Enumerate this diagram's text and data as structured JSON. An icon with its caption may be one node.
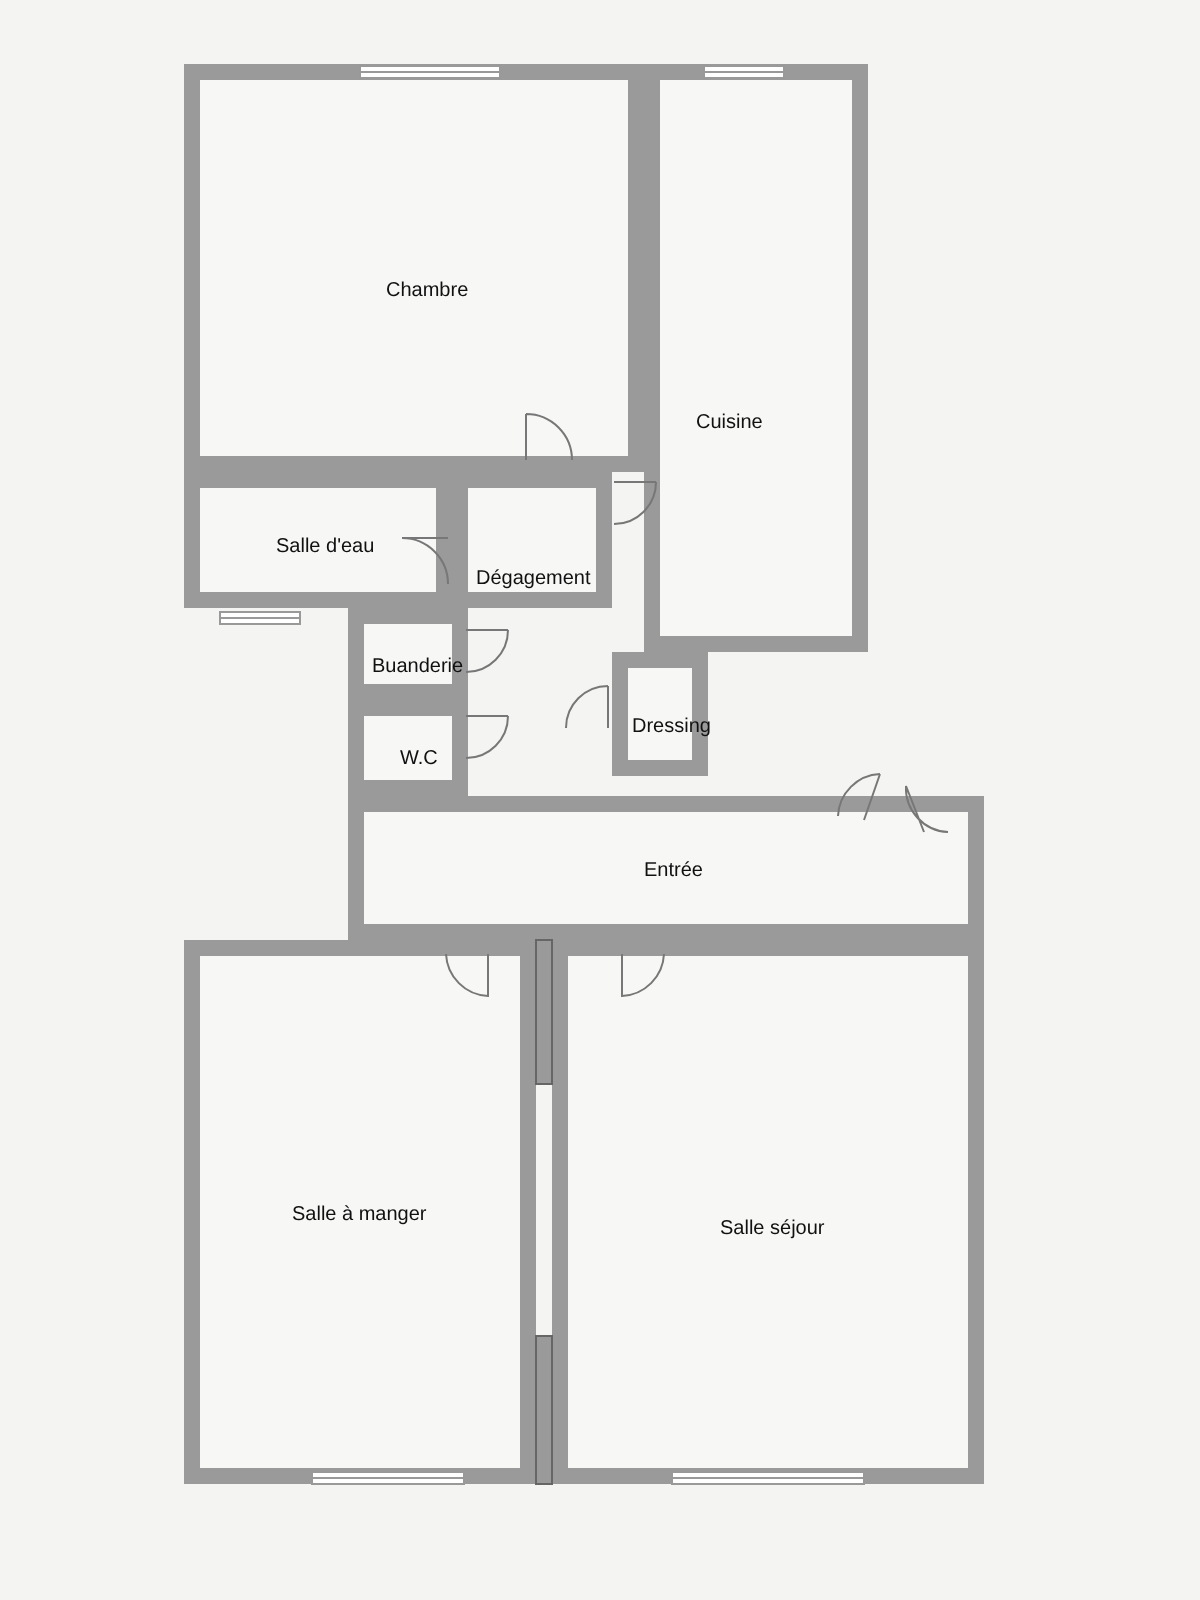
{
  "diagram": {
    "nodes": [
      {
        "text": [
          "Chambre"
        ]
      },
      {
        "text": [
          "Cuisine"
        ]
      },
      {
        "text": [
          "Salle d'eau"
        ]
      },
      {
        "text": [
          "Dégagement"
        ]
      },
      {
        "text": [
          "Buanderie"
        ]
      },
      {
        "text": [
          "W.C"
        ]
      },
      {
        "text": [
          "Dressing"
        ]
      },
      {
        "text": [
          "Entrée"
        ]
      },
      {
        "text": [
          "Salle à manger"
        ]
      },
      {
        "text": [
          "Salle séjour"
        ]
      }
    ]
  }
}
